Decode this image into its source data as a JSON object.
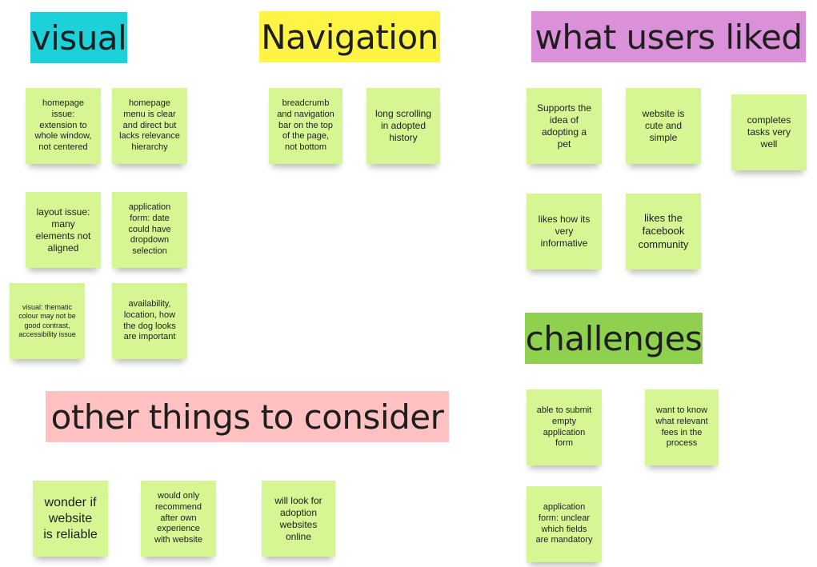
{
  "colors": {
    "visual_header": "#1dd1da",
    "navigation_header": "#fef445",
    "liked_header": "#da91d9",
    "challenges_header": "#8fd14f",
    "other_header": "#ffc1c1",
    "sticky_note": "#d5f692"
  },
  "headers": {
    "visual": "visual",
    "navigation": "Navigation",
    "liked": "what users liked",
    "challenges": "challenges",
    "other": "other things to consider"
  },
  "notes": {
    "visual": [
      [
        "homepage",
        "issue:",
        "extension to",
        "whole window,",
        "not centered"
      ],
      [
        "homepage",
        "menu is clear",
        "and direct but",
        "lacks relevance",
        "hierarchy"
      ],
      [
        "layout issue:",
        "many",
        "elements not",
        "aligned"
      ],
      [
        "application",
        "form: date",
        "could have",
        "dropdown",
        "selection"
      ],
      [
        "visual: thematic",
        "colour may not be",
        "good contrast,",
        "accessibility issue"
      ],
      [
        "availability,",
        "location, how",
        "the dog looks",
        "are important"
      ]
    ],
    "navigation": [
      [
        "breadcrumb",
        "and navigation",
        "bar on the top",
        "of the page,",
        "not bottom"
      ],
      [
        "long scrolling",
        "in adopted",
        "history"
      ]
    ],
    "liked": [
      [
        "Supports the",
        "idea of",
        "adopting a",
        "pet"
      ],
      [
        "website is",
        "cute and",
        "simple"
      ],
      [
        "completes",
        "tasks very",
        "well"
      ],
      [
        "likes how its",
        "very",
        "informative"
      ],
      [
        "likes the",
        "facebook",
        "community"
      ]
    ],
    "challenges": [
      [
        "able to submit",
        "empty",
        "application",
        "form"
      ],
      [
        "want to know",
        "what relevant",
        "fees in the",
        "process"
      ],
      [
        "application",
        "form: unclear",
        "which fields",
        "are mandatory"
      ]
    ],
    "other": [
      [
        "wonder if",
        "website",
        "is reliable"
      ],
      [
        "would only",
        "recommend",
        "after own",
        "experience",
        "with website"
      ],
      [
        "will look for",
        "adoption",
        "websites",
        "online"
      ]
    ]
  }
}
